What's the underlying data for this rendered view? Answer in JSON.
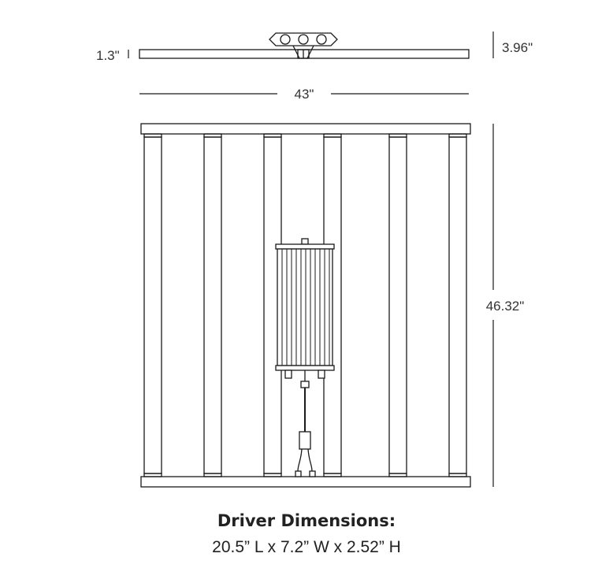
{
  "dimensions": {
    "profile_height": "1.3\"",
    "canopy_height": "3.96\"",
    "width": "43\"",
    "height": "46.32\""
  },
  "caption": {
    "title": "Driver Dimensions:",
    "value": "20.5” L x 7.2” W x 2.52” H"
  },
  "colors": {
    "line": "#1a1a1a",
    "text": "#333333"
  }
}
